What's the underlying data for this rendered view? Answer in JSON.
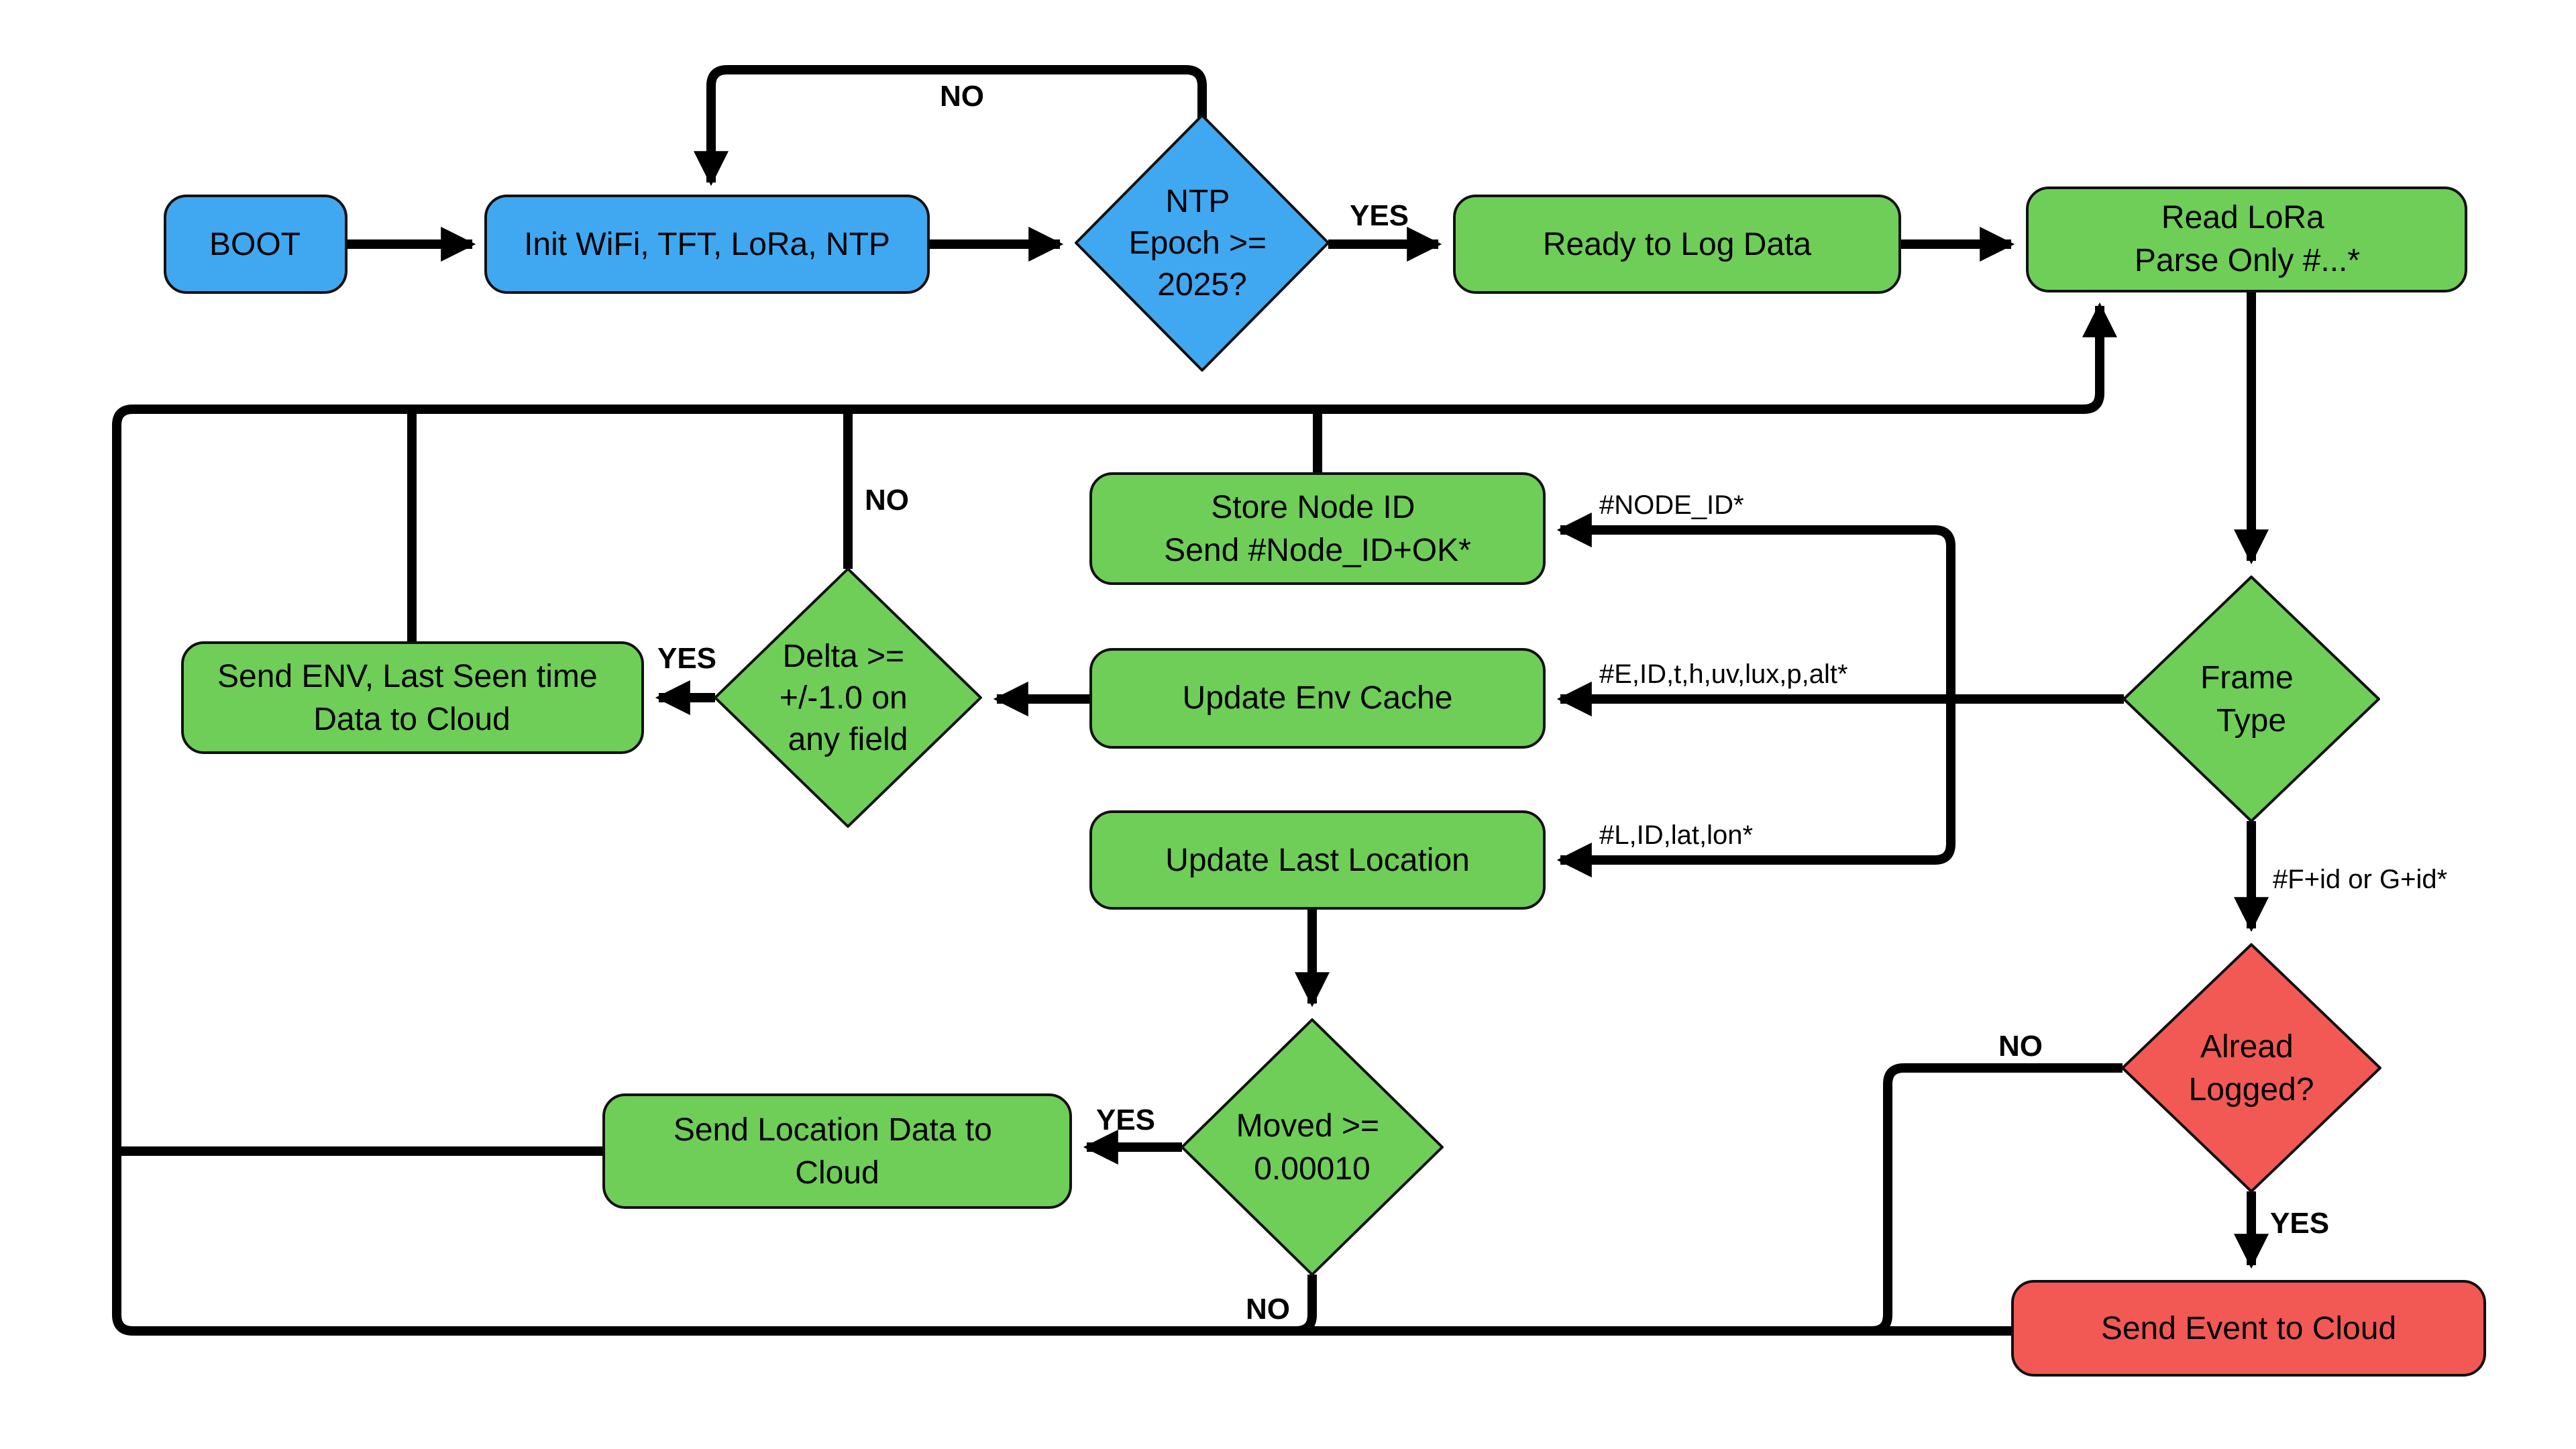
{
  "diagram": {
    "kind": "flowchart",
    "colors": {
      "process_blue": "#40A8F0",
      "process_green": "#6FCE58",
      "alert_red": "#F25955",
      "connector": "#000000",
      "background": "#FFFFFF",
      "text": "#000000"
    },
    "nodes": {
      "boot": {
        "shape": "rounded-rect",
        "fill": "process_blue",
        "lines": [
          "BOOT"
        ]
      },
      "init": {
        "shape": "rounded-rect",
        "fill": "process_blue",
        "lines": [
          "Init WiFi, TFT, LoRa, NTP"
        ]
      },
      "ntp_check": {
        "shape": "diamond",
        "fill": "process_blue",
        "lines": [
          "NTP",
          "Epoch >=",
          "2025?"
        ]
      },
      "ready": {
        "shape": "rounded-rect",
        "fill": "process_green",
        "lines": [
          "Ready to Log Data"
        ]
      },
      "read_lora": {
        "shape": "rounded-rect",
        "fill": "process_green",
        "lines": [
          "Read LoRa",
          "Parse Only #...*"
        ]
      },
      "store_node_id": {
        "shape": "rounded-rect",
        "fill": "process_green",
        "lines": [
          "Store Node ID",
          "Send #Node_ID+OK*"
        ]
      },
      "update_env_cache": {
        "shape": "rounded-rect",
        "fill": "process_green",
        "lines": [
          "Update Env Cache"
        ]
      },
      "update_last_location": {
        "shape": "rounded-rect",
        "fill": "process_green",
        "lines": [
          "Update Last Location"
        ]
      },
      "delta_check": {
        "shape": "diamond",
        "fill": "process_green",
        "lines": [
          "Delta >=",
          "+/-1.0 on",
          "any field"
        ]
      },
      "send_env": {
        "shape": "rounded-rect",
        "fill": "process_green",
        "lines": [
          "Send ENV, Last Seen time",
          "Data to Cloud"
        ]
      },
      "send_location": {
        "shape": "rounded-rect",
        "fill": "process_green",
        "lines": [
          "Send Location Data to",
          "Cloud"
        ]
      },
      "moved_check": {
        "shape": "diamond",
        "fill": "process_green",
        "lines": [
          "Moved >=",
          "0.00010"
        ]
      },
      "frame_type": {
        "shape": "diamond",
        "fill": "process_green",
        "lines": [
          "Frame",
          "Type"
        ]
      },
      "already_logged": {
        "shape": "diamond",
        "fill": "alert_red",
        "lines": [
          "Alread",
          "Logged?"
        ]
      },
      "send_event": {
        "shape": "rounded-rect",
        "fill": "alert_red",
        "lines": [
          "Send Event to Cloud"
        ]
      }
    },
    "edge_labels": {
      "ntp_no": "NO",
      "ntp_yes": "YES",
      "frame_node_id": "#NODE_ID*",
      "frame_env": "#E,ID,t,h,uv,lux,p,alt*",
      "frame_location": "#L,ID,lat,lon*",
      "frame_event": "#F+id or G+id*",
      "delta_yes": "YES",
      "delta_no": "NO",
      "moved_yes": "YES",
      "moved_no": "NO",
      "already_no": "NO",
      "already_yes": "YES"
    },
    "edges": [
      {
        "from": "boot",
        "to": "init",
        "label": ""
      },
      {
        "from": "init",
        "to": "ntp_check",
        "label": ""
      },
      {
        "from": "ntp_check",
        "to": "init",
        "label": "NO"
      },
      {
        "from": "ntp_check",
        "to": "ready",
        "label": "YES"
      },
      {
        "from": "ready",
        "to": "read_lora",
        "label": ""
      },
      {
        "from": "read_lora",
        "to": "frame_type",
        "label": ""
      },
      {
        "from": "frame_type",
        "to": "store_node_id",
        "label": "#NODE_ID*"
      },
      {
        "from": "frame_type",
        "to": "update_env_cache",
        "label": "#E,ID,t,h,uv,lux,p,alt*"
      },
      {
        "from": "frame_type",
        "to": "update_last_location",
        "label": "#L,ID,lat,lon*"
      },
      {
        "from": "frame_type",
        "to": "already_logged",
        "label": "#F+id or G+id*"
      },
      {
        "from": "store_node_id",
        "to": "read_lora",
        "label": ""
      },
      {
        "from": "update_env_cache",
        "to": "delta_check",
        "label": ""
      },
      {
        "from": "delta_check",
        "to": "send_env",
        "label": "YES"
      },
      {
        "from": "delta_check",
        "to": "read_lora",
        "label": "NO"
      },
      {
        "from": "send_env",
        "to": "read_lora",
        "label": ""
      },
      {
        "from": "update_last_location",
        "to": "moved_check",
        "label": ""
      },
      {
        "from": "moved_check",
        "to": "send_location",
        "label": "YES"
      },
      {
        "from": "moved_check",
        "to": "read_lora",
        "label": "NO"
      },
      {
        "from": "send_location",
        "to": "read_lora",
        "label": ""
      },
      {
        "from": "already_logged",
        "to": "send_event",
        "label": "YES"
      },
      {
        "from": "already_logged",
        "to": "read_lora",
        "label": "NO"
      },
      {
        "from": "send_event",
        "to": "read_lora",
        "label": ""
      }
    ]
  }
}
